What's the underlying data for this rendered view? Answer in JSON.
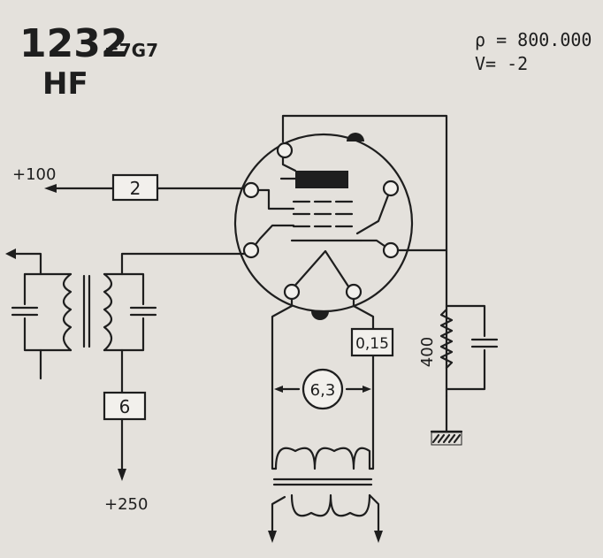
{
  "header": {
    "tube_number": "1232",
    "tube_equiv": "=7G7",
    "function": "HF",
    "param_rho": "ρ = 800.000",
    "param_v": "V= -2"
  },
  "circuit": {
    "screen_voltage": "+100",
    "screen_resistor": "2",
    "anode_resistor": "6",
    "anode_voltage": "+250",
    "heater_current": "0,15",
    "heater_voltage": "6,3",
    "cathode_resistor": "400"
  }
}
